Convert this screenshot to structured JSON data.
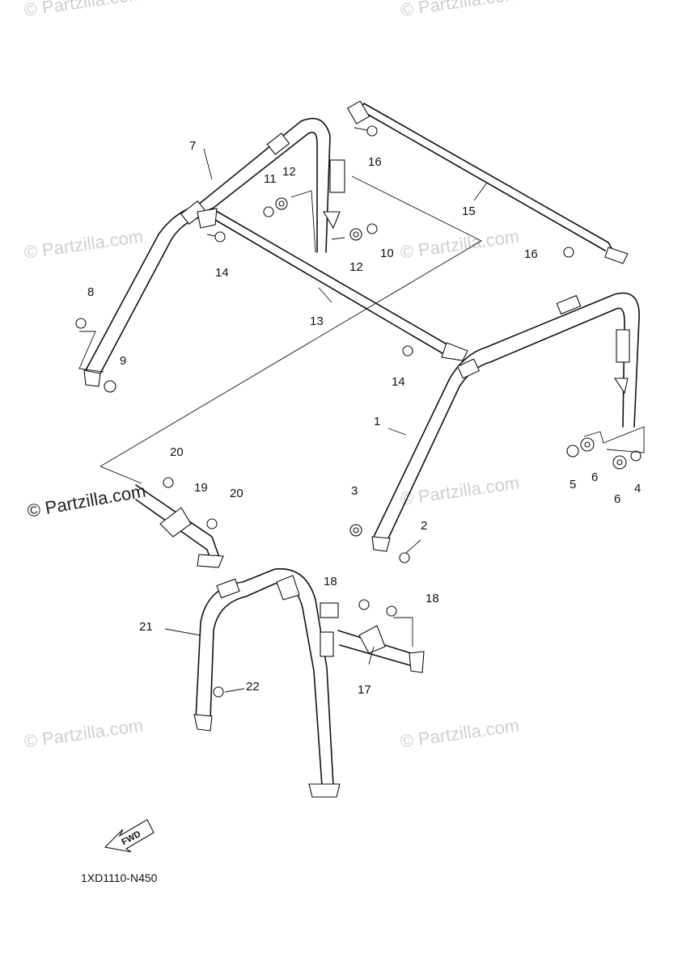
{
  "diagram": {
    "watermark": "© Partzilla.com",
    "part_code": "1XD1110-N450",
    "fwd_label": "FWD",
    "callouts": [
      "1",
      "2",
      "3",
      "4",
      "5",
      "6",
      "6",
      "7",
      "8",
      "9",
      "10",
      "11",
      "12",
      "12",
      "13",
      "14",
      "14",
      "15",
      "16",
      "16",
      "17",
      "18",
      "18",
      "19",
      "20",
      "20",
      "21",
      "22"
    ]
  }
}
